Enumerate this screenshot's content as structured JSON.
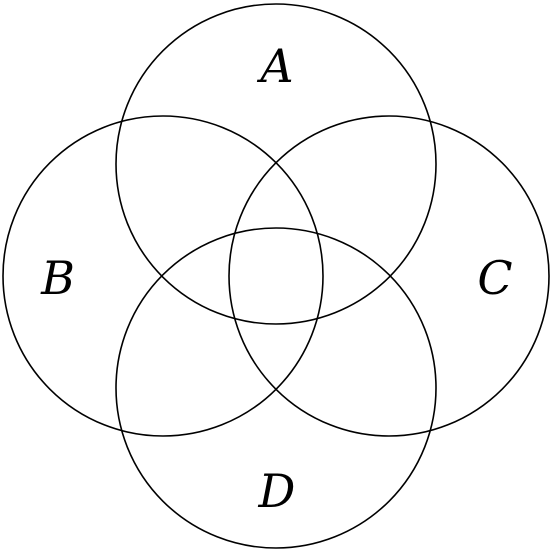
{
  "diagram": {
    "type": "venn",
    "sets": [
      {
        "id": "A",
        "label": "A"
      },
      {
        "id": "B",
        "label": "B"
      },
      {
        "id": "C",
        "label": "C"
      },
      {
        "id": "D",
        "label": "D"
      }
    ],
    "colors": {
      "stroke": "#000000",
      "background": "#ffffff"
    }
  }
}
